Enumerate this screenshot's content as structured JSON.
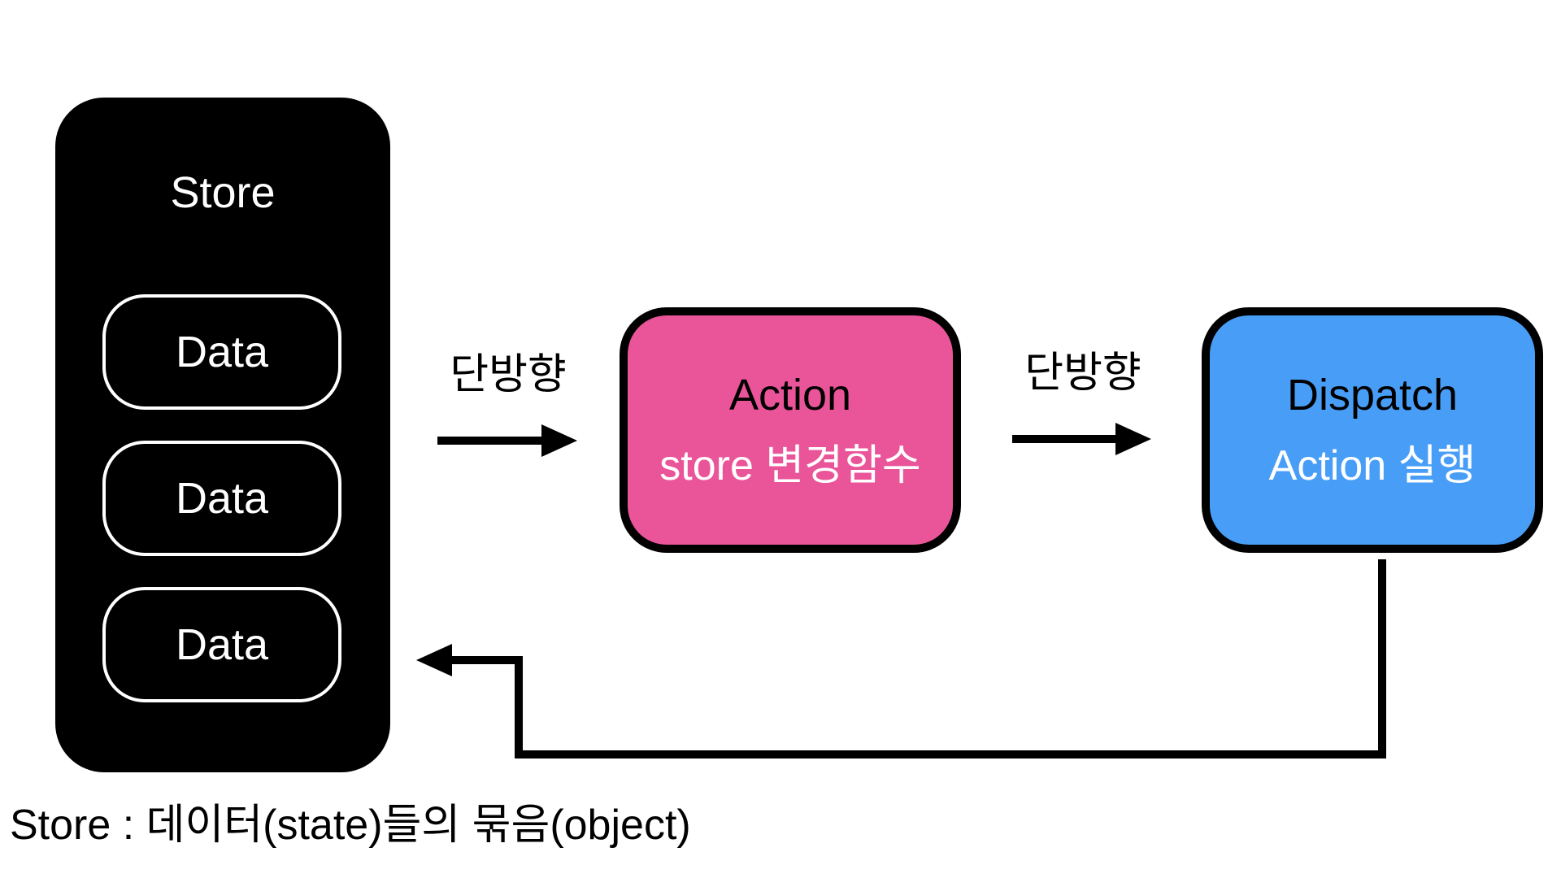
{
  "store": {
    "title": "Store",
    "items": [
      {
        "label": "Data"
      },
      {
        "label": "Data"
      },
      {
        "label": "Data"
      }
    ],
    "color": "#000000"
  },
  "arrows": {
    "label_1": "단방향",
    "label_2": "단방향"
  },
  "action": {
    "title": "Action",
    "subtitle": "store 변경함수",
    "color": "#EA559A"
  },
  "dispatch": {
    "title": "Dispatch",
    "subtitle": "Action 실행",
    "color": "#489EF7"
  },
  "caption": "Store : 데이터(state)들의 묶음(object)"
}
